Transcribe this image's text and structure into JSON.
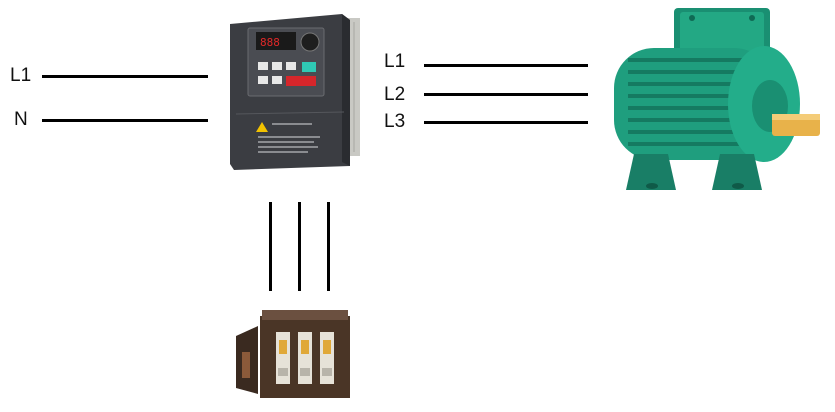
{
  "input": {
    "labels": [
      "L1",
      "N"
    ]
  },
  "output": {
    "labels": [
      "L1",
      "L2",
      "L3"
    ]
  },
  "devices": {
    "inverter": {
      "body_color": "#3b3d42",
      "keypad_color": "#e8e8e8",
      "run_key_color": "#d6262b",
      "enter_key_color": "#2fc9b4"
    },
    "motor": {
      "body_color": "#1f9e7e",
      "shaft_color": "#e8b24a"
    },
    "selector_switch": {
      "body_color": "#4a3526",
      "contact_color": "#e6e2d8"
    }
  },
  "wire_color": "#000000"
}
